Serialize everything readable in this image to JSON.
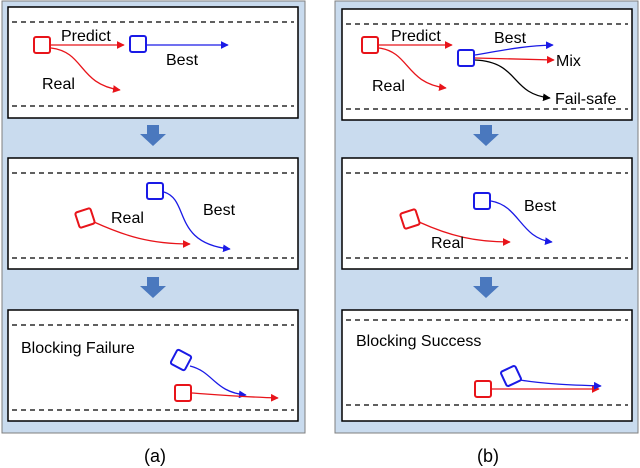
{
  "colors": {
    "panel_bg": "#c9dbee",
    "panel_border": "#7f7f7f",
    "box_border": "#000000",
    "down_arrow": "#4a78be",
    "real": "#e8141a",
    "best": "#1a1ae6",
    "failsafe": "#000000"
  },
  "panel_a": {
    "caption": "(a)",
    "step1": {
      "predict_label": "Predict",
      "best_label": "Best",
      "real_label": "Real"
    },
    "step2": {
      "real_label": "Real",
      "best_label": "Best"
    },
    "step3": {
      "result_label": "Blocking Failure"
    }
  },
  "panel_b": {
    "caption": "(b)",
    "step1": {
      "predict_label": "Predict",
      "best_label": "Best",
      "mix_label": "Mix",
      "failsafe_label": "Fail-safe",
      "real_label": "Real"
    },
    "step2": {
      "best_label": "Best",
      "real_label": "Real"
    },
    "step3": {
      "result_label": "Blocking Success"
    }
  }
}
